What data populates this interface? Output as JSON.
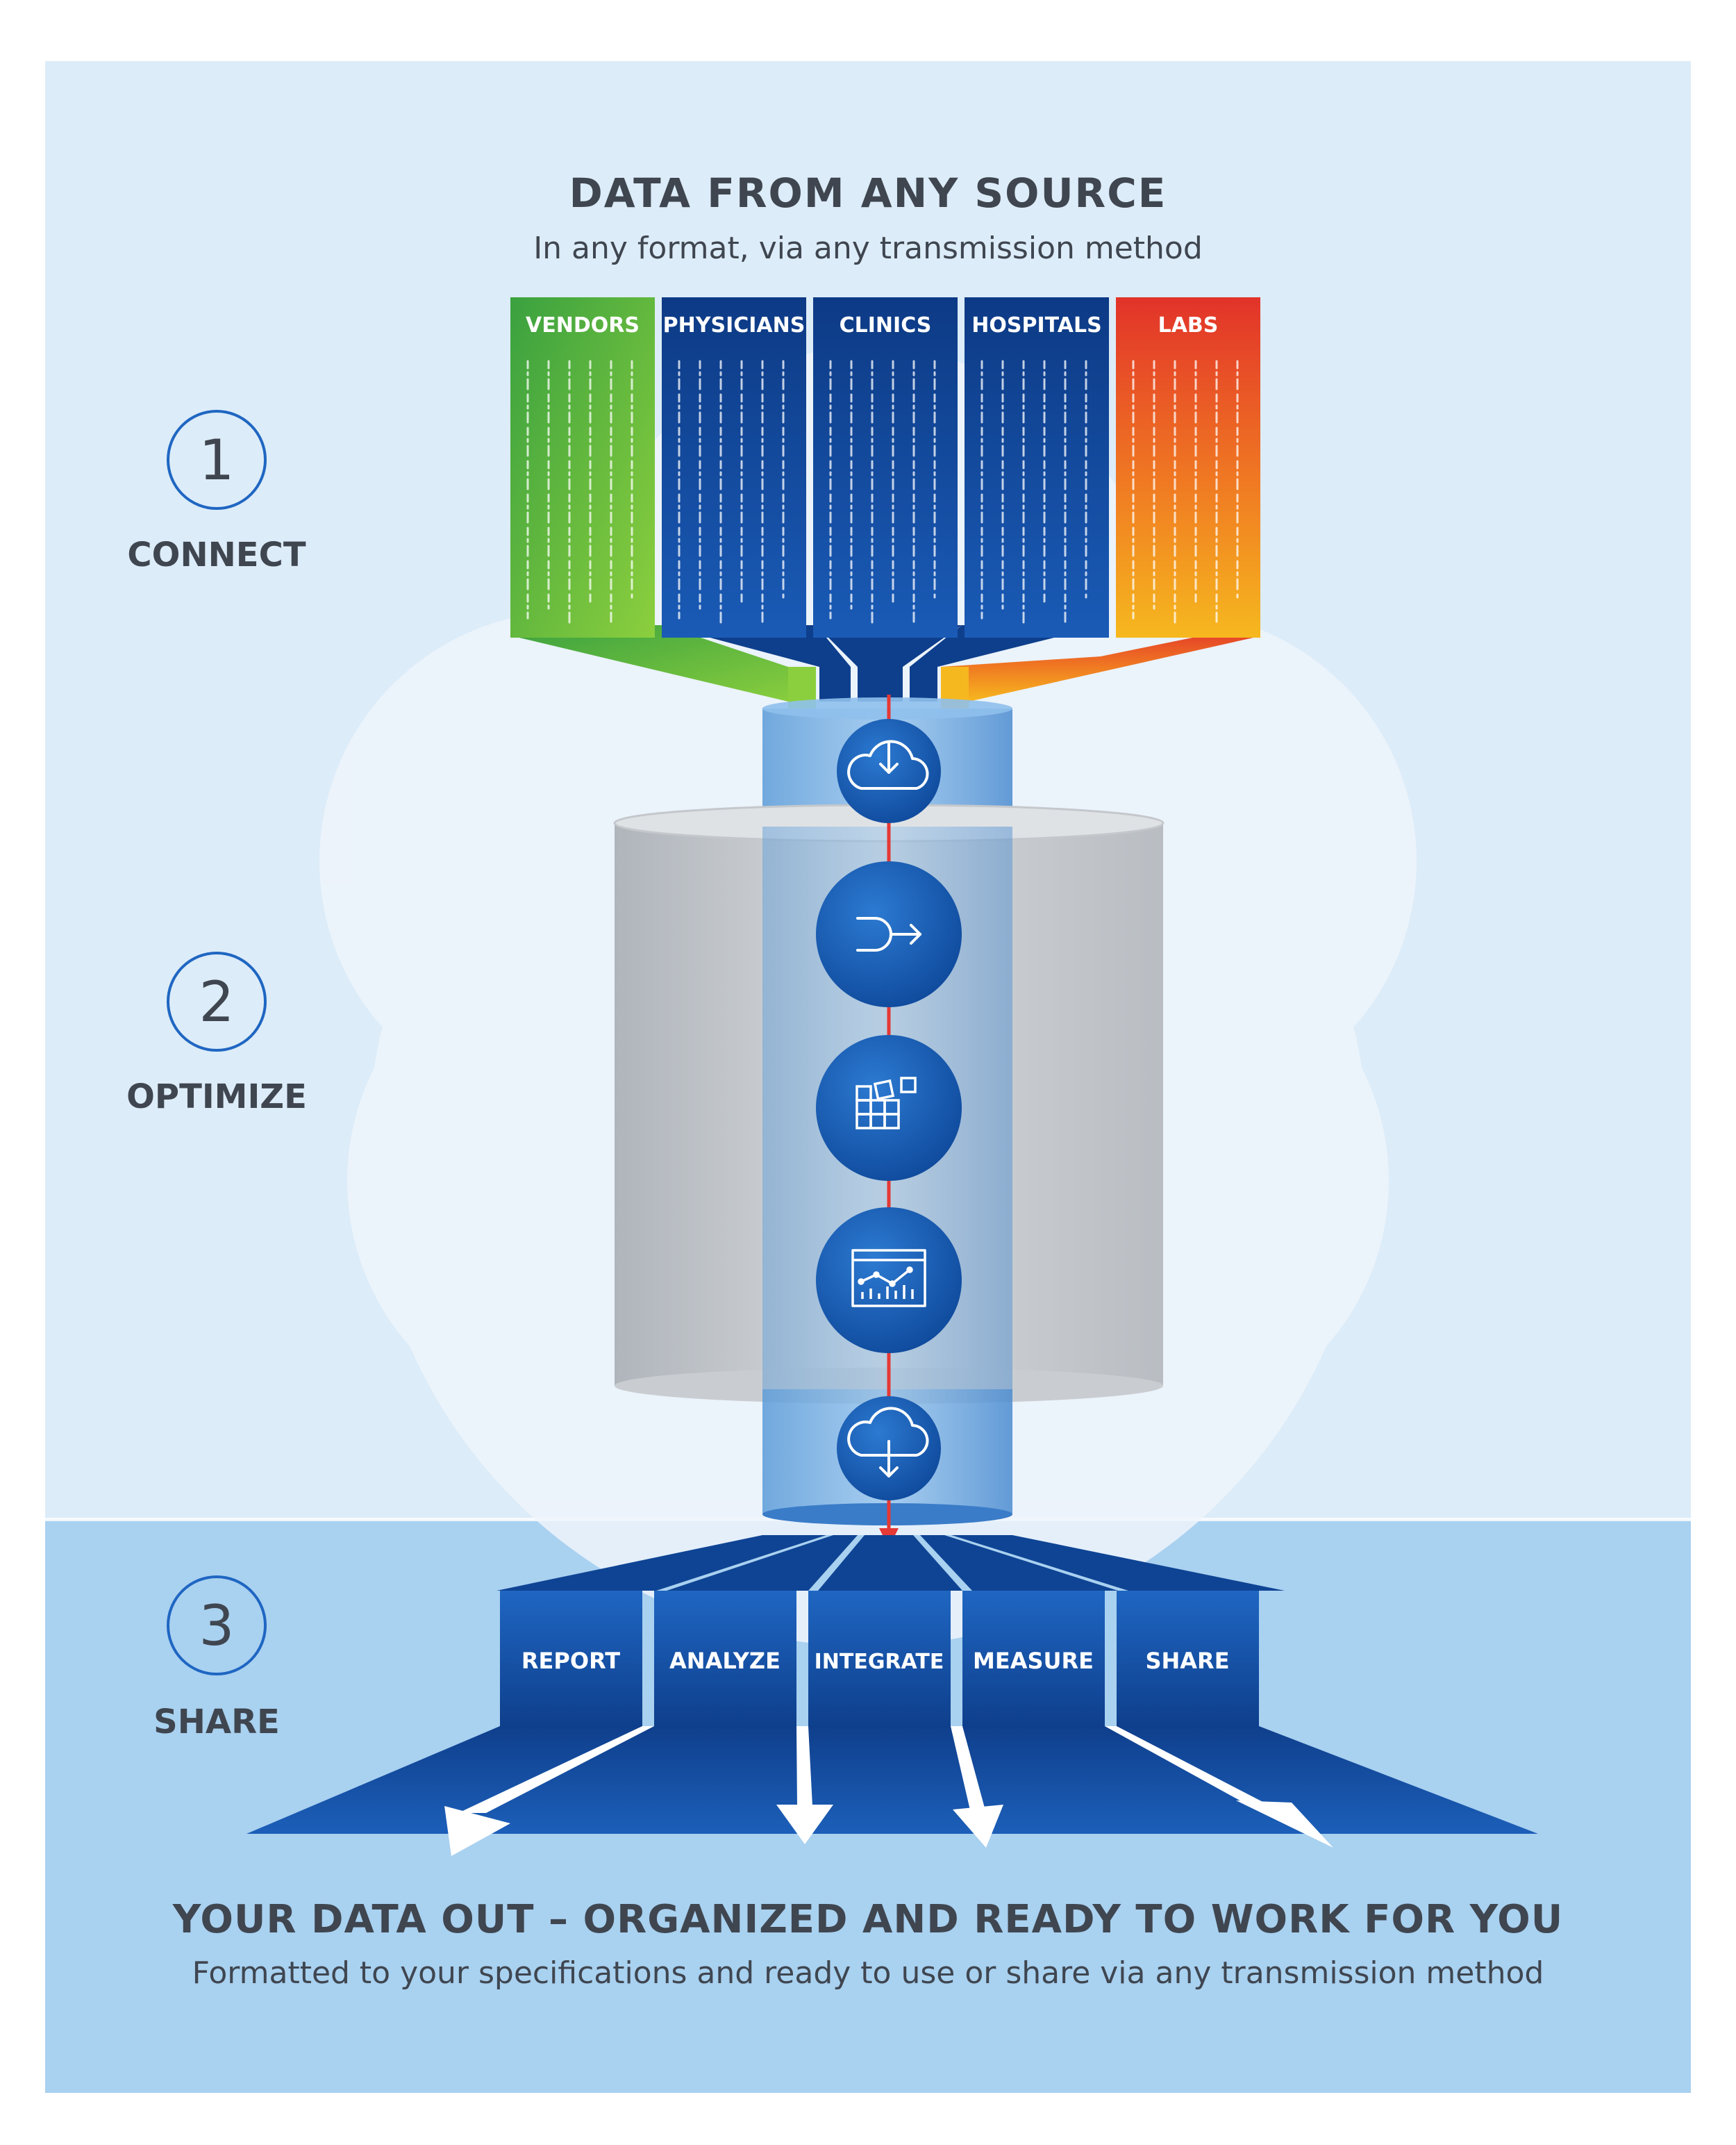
{
  "header": {
    "title": "DATA FROM ANY SOURCE",
    "subtitle": "In any format, via any transmission method"
  },
  "sources": [
    {
      "label": "VENDORS",
      "color_top": "#3aa13f",
      "color_bottom": "#8ccf3e"
    },
    {
      "label": "PHYSICIANS",
      "color_top": "#0e3f8c",
      "color_bottom": "#1b5cb8"
    },
    {
      "label": "CLINICS",
      "color_top": "#0e3f8c",
      "color_bottom": "#1b5cb8"
    },
    {
      "label": "HOSPITALS",
      "color_top": "#0e3f8c",
      "color_bottom": "#1b5cb8"
    },
    {
      "label": "LABS",
      "color_top": "#e2332a",
      "color_bottom": "#f6b81f"
    }
  ],
  "steps": [
    {
      "number": "1",
      "label": "CONNECT"
    },
    {
      "number": "2",
      "label": "OPTIMIZE"
    },
    {
      "number": "3",
      "label": "SHARE"
    }
  ],
  "process_icons": [
    {
      "icon": "cloud-upload-icon"
    },
    {
      "icon": "merge-arrow-icon"
    },
    {
      "icon": "grid-blocks-icon"
    },
    {
      "icon": "analytics-chart-icon"
    },
    {
      "icon": "cloud-download-icon"
    }
  ],
  "outputs": [
    {
      "label": "REPORT"
    },
    {
      "label": "ANALYZE"
    },
    {
      "label": "INTEGRATE"
    },
    {
      "label": "MEASURE"
    },
    {
      "label": "SHARE"
    }
  ],
  "footer": {
    "title": "YOUR DATA OUT – ORGANIZED AND READY TO WORK FOR YOU",
    "subtitle": "Formatted to your specifications and ready to use or share via any transmission method"
  },
  "colors": {
    "sky_light": "#dcecf8",
    "sky_bottom": "#a9d1f0",
    "navy": "#0e3f8c",
    "accent_red": "#e53935",
    "text_dark": "#3f4650"
  }
}
